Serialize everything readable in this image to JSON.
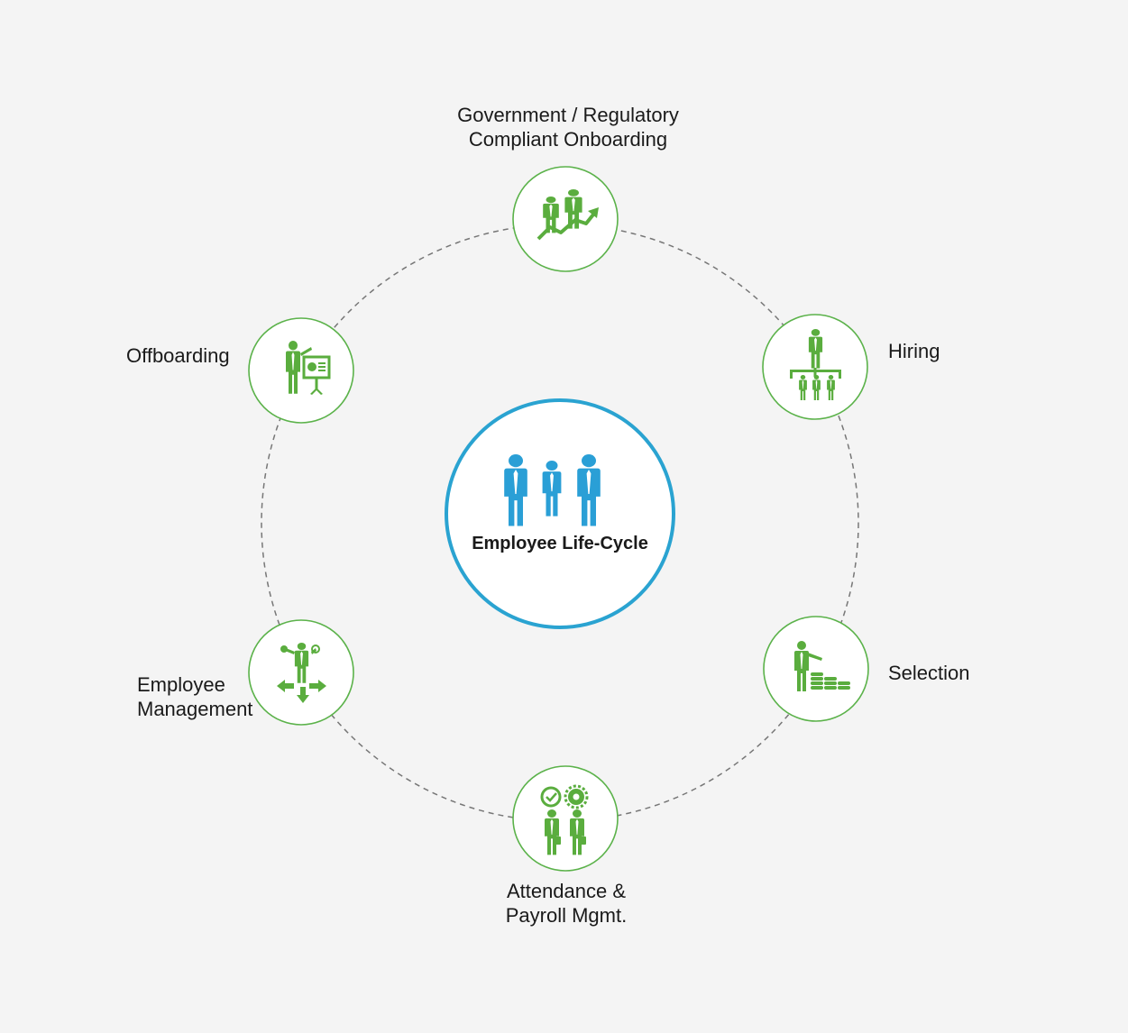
{
  "diagram": {
    "center": {
      "title": "Employee Life-Cycle",
      "icon": "three-people-icon"
    },
    "stages": [
      {
        "id": "onboarding",
        "label": "Government / Regulatory\nCompliant Onboarding",
        "icon": "team-growth-chart-icon"
      },
      {
        "id": "hiring",
        "label": "Hiring",
        "icon": "org-hierarchy-icon"
      },
      {
        "id": "selection",
        "label": "Selection",
        "icon": "person-coins-icon"
      },
      {
        "id": "attendance",
        "label": "Attendance &\nPayroll Mgmt.",
        "icon": "people-clock-gear-icon"
      },
      {
        "id": "management",
        "label": "Employee\nManagement",
        "icon": "person-directions-icon"
      },
      {
        "id": "offboarding",
        "label": "Offboarding",
        "icon": "person-presentation-icon"
      }
    ],
    "colors": {
      "center_ring": "#2aa3d1",
      "center_icon": "#2a9fd6",
      "stage_ring": "#5bb24a",
      "stage_icon": "#5aad3e",
      "connector": "#777777",
      "background": "#f4f4f4"
    }
  }
}
